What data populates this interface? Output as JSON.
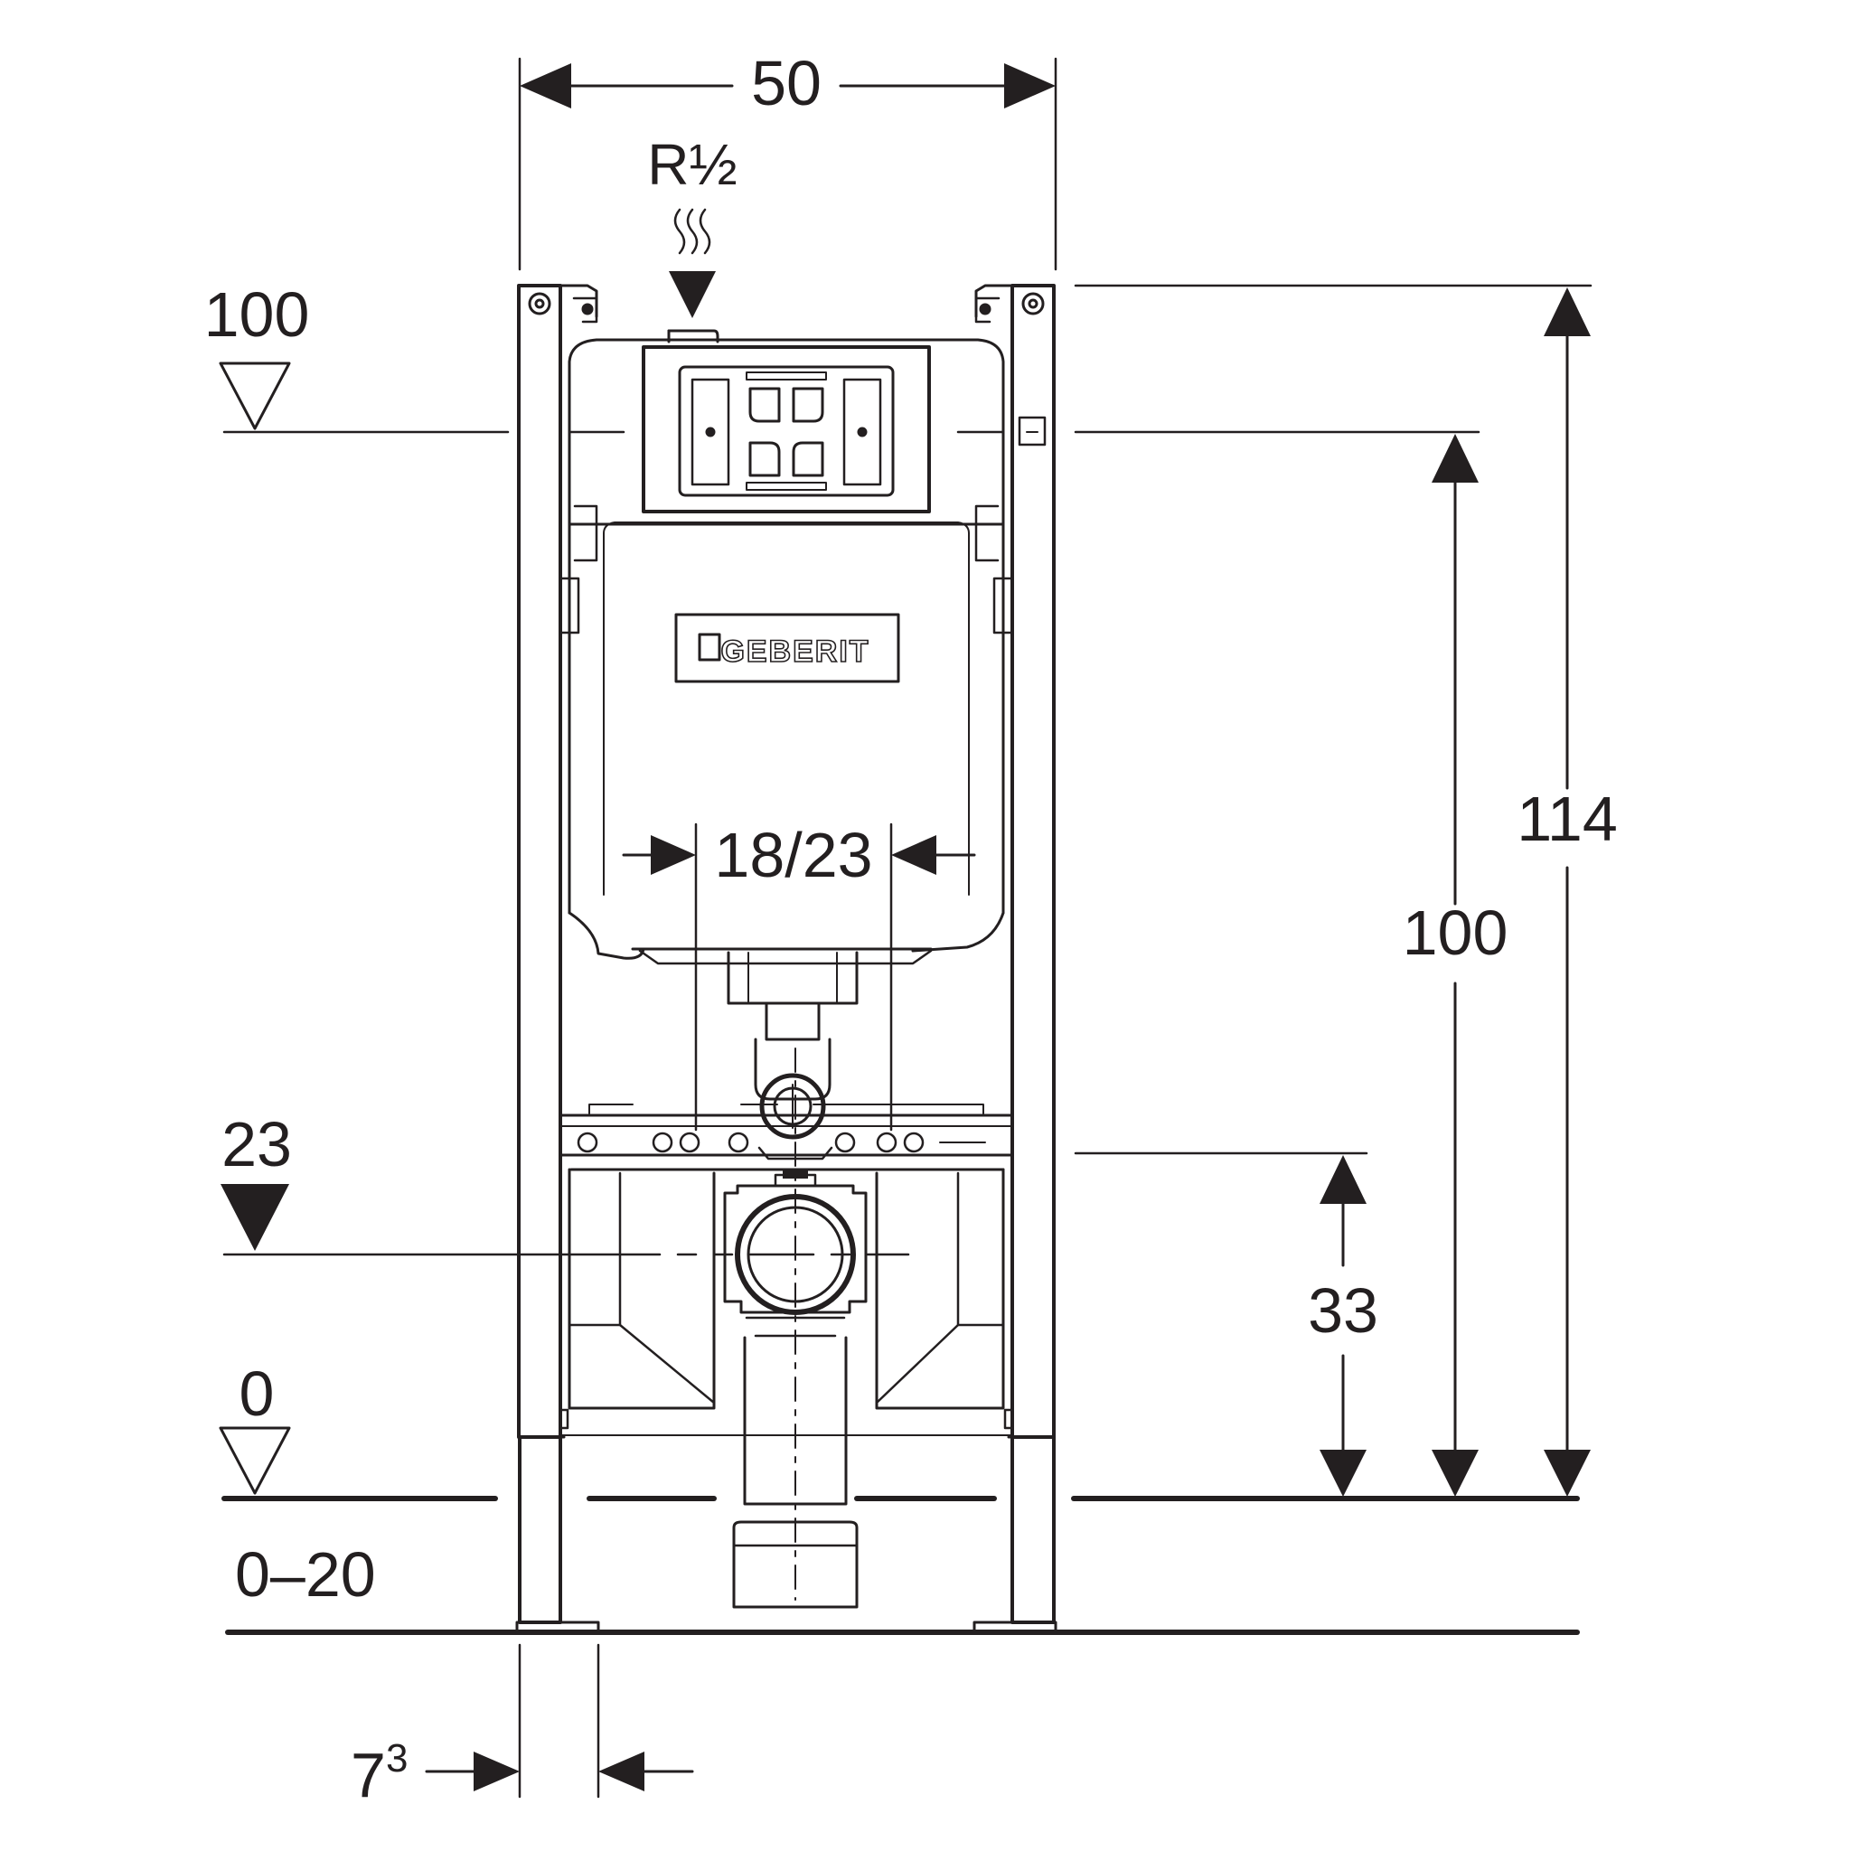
{
  "dimensions": {
    "frame_width": "50",
    "water_connection": "R½",
    "flush_plate_height_label": "100",
    "drain_height_label": "23",
    "floor_level_label": "0",
    "floor_buildup_label": "0–20",
    "wall_thickness_base": "7",
    "wall_thickness_exp": "3",
    "pipe_spacing": "18/23",
    "total_height": "114",
    "flush_height": "100",
    "drain_height": "33"
  },
  "logo": {
    "brand": "GEBERIT"
  },
  "colors": {
    "line": "#231f20",
    "background": "#ffffff"
  }
}
